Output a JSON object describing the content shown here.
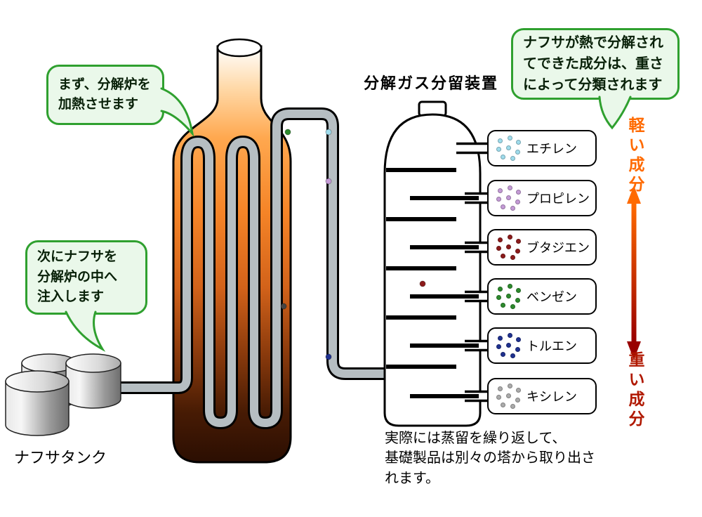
{
  "title": "分解ガス分留装置",
  "bubbles": {
    "heat": "まず、分解炉を\n加熱させます",
    "inject": "次にナフサを\n分解炉の中へ\n注入します",
    "classify": "ナフサが熱で分解され\nてできた成分は、重さ\nによって分類されます"
  },
  "tank": {
    "label": "ナフサタンク"
  },
  "products": [
    {
      "label": "エチレン",
      "dot_color": "#9FDCEC"
    },
    {
      "label": "プロピレン",
      "dot_color": "#C49BD6"
    },
    {
      "label": "ブタジエン",
      "dot_color": "#8C1B1B"
    },
    {
      "label": "ベンゼン",
      "dot_color": "#2D8A2D"
    },
    {
      "label": "トルエン",
      "dot_color": "#1F3190"
    },
    {
      "label": "キシレン",
      "dot_color": "#ABABAB"
    }
  ],
  "scale": {
    "light": "軽い成分",
    "heavy": "重い成分",
    "light_color": "#FF6A00",
    "heavy_color": "#B01800"
  },
  "footnote": "実際には蒸留を繰り返して、\n基礎製品は別々の塔から取り出さ\nれます。"
}
